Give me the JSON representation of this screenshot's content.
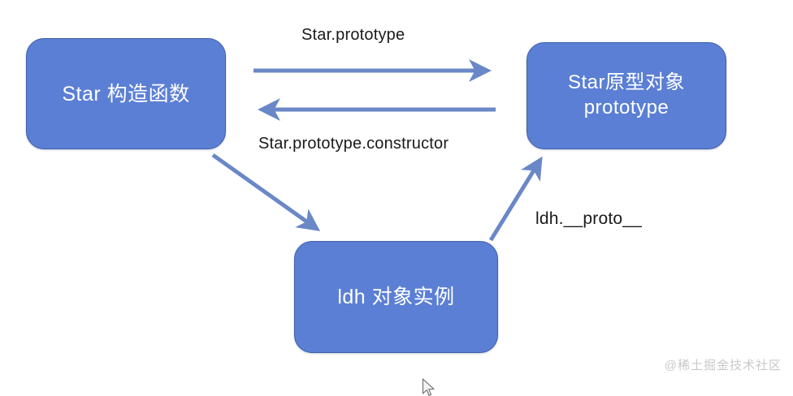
{
  "diagram": {
    "type": "prototype-chain-diagram",
    "background_color": "#ffffff",
    "node_fill_color": "#5B7FD4",
    "node_border_color": "#3f5fa8",
    "node_text_color": "#ffffff",
    "arrow_color": "#6A87C8",
    "label_text_color": "#1a1a1a",
    "nodes": [
      {
        "id": "star-constructor",
        "lines": [
          "Star 构造函数"
        ]
      },
      {
        "id": "star-prototype",
        "lines": [
          "Star原型对象",
          "prototype"
        ]
      },
      {
        "id": "ldh-instance",
        "lines": [
          "ldh 对象实例"
        ]
      }
    ],
    "edges": [
      {
        "id": "star-to-prototype",
        "label": "Star.prototype",
        "from": "star-constructor",
        "to": "star-prototype",
        "direction": "right"
      },
      {
        "id": "prototype-to-star",
        "label": "Star.prototype.constructor",
        "from": "star-prototype",
        "to": "star-constructor",
        "direction": "left"
      },
      {
        "id": "star-to-ldh",
        "label": "",
        "from": "star-constructor",
        "to": "ldh-instance",
        "direction": "down-right"
      },
      {
        "id": "ldh-to-prototype",
        "label": "ldh.__proto__",
        "from": "ldh-instance",
        "to": "star-prototype",
        "direction": "up-right"
      }
    ]
  },
  "watermark": {
    "text": "@稀土掘金技术社区"
  },
  "cursor": {
    "icon": "mouse-pointer-icon"
  }
}
